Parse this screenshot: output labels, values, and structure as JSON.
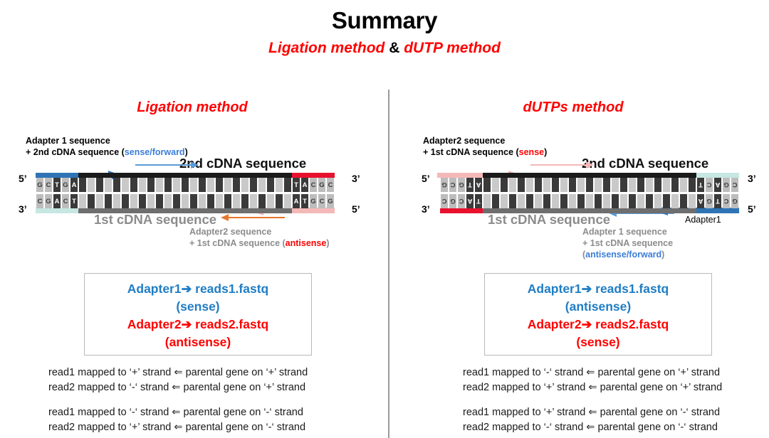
{
  "title": "Summary",
  "subtitle": {
    "left": "Ligation method",
    "amp": "&",
    "right": "dUTP method"
  },
  "panels": {
    "left": {
      "heading": "Ligation method",
      "top_annotation": {
        "line1": "Adapter 1 sequence",
        "line2_prefix": "+ 2nd cDNA sequence (",
        "line2_highlight": "sense/forward",
        "line2_suffix": ")"
      },
      "strand_title_top": "2nd cDNA sequence",
      "strand_title_bottom": "1st cDNA sequence",
      "bottom_annotation": {
        "line1": "Adapter2 sequence",
        "line2_prefix": "+ 1st cDNA sequence  (",
        "line2_highlight": "antisense",
        "line2_suffix": ")"
      },
      "end_labels": {
        "top_left": "5’",
        "bottom_left": "3’",
        "top_right": "3’",
        "bottom_right": "5’"
      },
      "duplex": {
        "left_adapter_top_bases": [
          "G",
          "C",
          "T",
          "G",
          "A"
        ],
        "left_adapter_bottom_bases": [
          "C",
          "G",
          "A",
          "C",
          "T"
        ],
        "right_adapter_top_bases": [
          "T",
          "A",
          "C",
          "G",
          "C"
        ],
        "right_adapter_bottom_bases": [
          "A",
          "T",
          "G",
          "C",
          "G"
        ],
        "middle_rungs": 25,
        "top_bar_colors": {
          "left_adapter": "#2E74B5",
          "middle": "#1a1a1a",
          "right_adapter": "#E8112D"
        },
        "bottom_bar_colors": {
          "left_adapter": "#C6E7E2",
          "middle": "#6e6e6e",
          "right_adapter": "#F4B8B8"
        }
      },
      "reads_box": {
        "line1": "Adapter1➔ reads1.fastq",
        "line2": "(sense)",
        "line3": "Adapter2➔ reads2.fastq",
        "line4": "(antisense)"
      },
      "mapping_group_a": [
        "read1 mapped to ‘+’ strand ⇐  parental gene on ‘+’ strand",
        "read2 mapped to ‘-‘ strand  ⇐  parental gene on ‘+’ strand"
      ],
      "mapping_group_b": [
        "read1 mapped to ‘-‘ strand  ⇐  parental gene on ‘-‘ strand",
        "read2 mapped to ‘+’ strand ⇐  parental gene on ‘-‘ strand"
      ]
    },
    "right": {
      "heading": "dUTPs method",
      "top_annotation": {
        "line1": "Adapter2 sequence",
        "line2_prefix": "+ 1st cDNA sequence  (",
        "line2_highlight": "sense",
        "line2_suffix": ")"
      },
      "strand_title_top": "2nd cDNA sequence",
      "strand_title_bottom": "1st cDNA sequence",
      "bottom_annotation": {
        "line1": "Adapter 1 sequence",
        "line2": "+ 1st cDNA sequence",
        "line3_prefix": "(",
        "line3_highlight": "antisense/forward",
        "line3_suffix": ")"
      },
      "adapter1_label": "Adapter1",
      "end_labels": {
        "top_left": "5’",
        "bottom_left": "3’",
        "top_right": "3’",
        "bottom_right": "5’"
      },
      "duplex": {
        "left_adapter_top_bases": [
          "G",
          "C",
          "G",
          "T",
          "A"
        ],
        "left_adapter_bottom_bases": [
          "C",
          "G",
          "C",
          "A",
          "T"
        ],
        "right_adapter_top_bases": [
          "T",
          "C",
          "A",
          "G",
          "C"
        ],
        "right_adapter_bottom_bases": [
          "A",
          "G",
          "T",
          "C",
          "G"
        ],
        "middle_rungs": 25,
        "top_bar_colors": {
          "left_adapter": "#F4B8B8",
          "middle": "#1a1a1a",
          "right_adapter": "#C6E7E2"
        },
        "bottom_bar_colors": {
          "left_adapter": "#E8112D",
          "middle": "#6e6e6e",
          "right_adapter": "#2E74B5"
        }
      },
      "reads_box": {
        "line1": "Adapter1➔ reads1.fastq",
        "line2": "(antisense)",
        "line3": "Adapter2➔ reads2.fastq",
        "line4": "(sense)"
      },
      "mapping_group_a": [
        "read1 mapped to ‘-‘ strand  ⇐  parental gene on ‘+’ strand",
        "read2 mapped to ‘+’ strand ⇐ parental gene on ‘+’ strand"
      ],
      "mapping_group_b": [
        "read1 mapped to ‘+’ strand ⇐ parental gene on ‘-‘ strand",
        "read2 mapped to ‘-‘ strand  ⇐  parental gene on ‘-‘ strand"
      ]
    }
  },
  "colors": {
    "red": "#FF0000",
    "blue": "#1F7DC4",
    "gray": "#8c8c8c",
    "adapter1_blue": "#2E74B5",
    "adapter2_red": "#E8112D",
    "teal": "#C6E7E2",
    "pink": "#F4B8B8",
    "orange": "#E8762C"
  }
}
